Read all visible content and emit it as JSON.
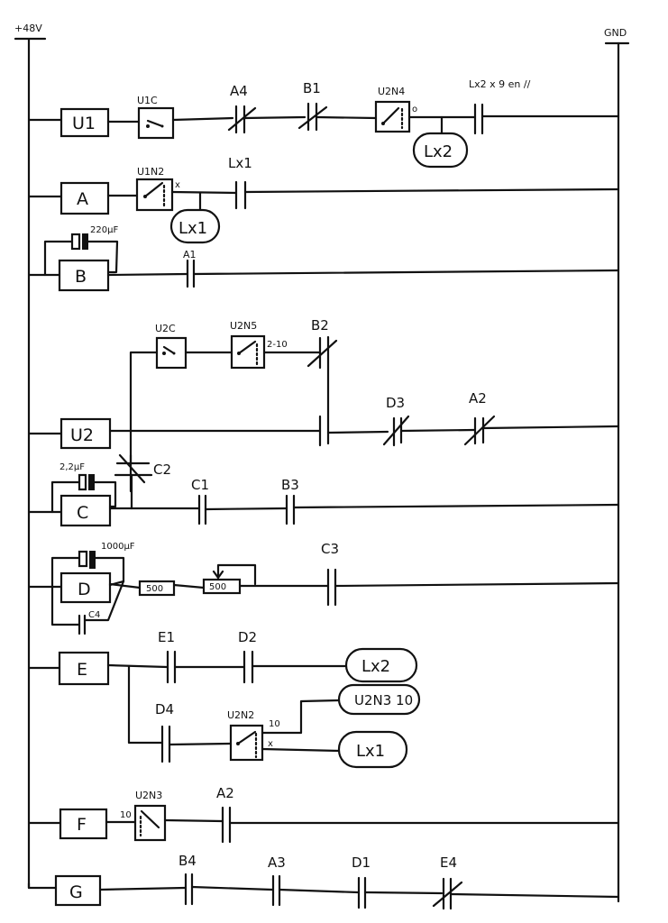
{
  "rails": {
    "left_label": "+48V",
    "right_label": "GND"
  },
  "rungs": [
    {
      "id": "rung-1",
      "coil": "U1",
      "elements": [
        {
          "type": "timer-contact",
          "label": "U1C"
        },
        {
          "type": "nc-contact",
          "label": "A4"
        },
        {
          "type": "nc-contact",
          "label": "B1"
        },
        {
          "type": "timer-changeover",
          "label": "U2N4",
          "terminal": "o"
        },
        {
          "type": "lamp",
          "label": "Lx2"
        },
        {
          "type": "no-contact",
          "label": "Lx2 x 9 en //"
        }
      ]
    },
    {
      "id": "rung-2",
      "coil": "A",
      "elements": [
        {
          "type": "timer-changeover",
          "label": "U1N2",
          "terminal": "x"
        },
        {
          "type": "lamp",
          "label": "Lx1"
        },
        {
          "type": "no-contact",
          "label": "Lx1"
        }
      ]
    },
    {
      "id": "rung-3",
      "coil": "B",
      "elements": [
        {
          "type": "capacitor",
          "label": "220µF"
        },
        {
          "type": "no-contact",
          "label": "A1"
        }
      ]
    },
    {
      "id": "rung-4",
      "coil": "U2",
      "elements": [
        {
          "type": "timer-contact",
          "label": "U2C"
        },
        {
          "type": "timer-changeover",
          "label": "U2N5",
          "terminal": "2-10"
        },
        {
          "type": "nc-contact",
          "label": "B2"
        },
        {
          "type": "no-contact",
          "label": ""
        },
        {
          "type": "nc-contact",
          "label": "D3"
        },
        {
          "type": "nc-contact",
          "label": "A2"
        }
      ]
    },
    {
      "id": "rung-5",
      "coil": "C",
      "elements": [
        {
          "type": "capacitor",
          "label": "2,2µF"
        },
        {
          "type": "nc-contact",
          "label": "C2"
        },
        {
          "type": "no-contact",
          "label": "C1"
        },
        {
          "type": "no-contact",
          "label": "B3"
        }
      ]
    },
    {
      "id": "rung-6",
      "coil": "D",
      "elements": [
        {
          "type": "capacitor",
          "label": "1000µF"
        },
        {
          "type": "no-contact",
          "label": "C4"
        },
        {
          "type": "resistor",
          "label": "500"
        },
        {
          "type": "potentiometer",
          "label": "500"
        },
        {
          "type": "no-contact",
          "label": "C3"
        }
      ]
    },
    {
      "id": "rung-7",
      "coil": "E",
      "elements": [
        {
          "type": "no-contact",
          "label": "E1"
        },
        {
          "type": "no-contact",
          "label": "D2"
        },
        {
          "type": "lamp",
          "label": "Lx2"
        },
        {
          "type": "no-contact",
          "label": "D4"
        },
        {
          "type": "timer-changeover",
          "label": "U2N2",
          "terminal_top": "10",
          "terminal_bottom": "x"
        },
        {
          "type": "lamp",
          "label": "U2N3 10"
        },
        {
          "type": "lamp",
          "label": "Lx1"
        }
      ]
    },
    {
      "id": "rung-8",
      "coil": "F",
      "elements": [
        {
          "type": "timer-contact",
          "label": "U2N3",
          "terminal": "10"
        },
        {
          "type": "no-contact",
          "label": "A2"
        }
      ]
    },
    {
      "id": "rung-9",
      "coil": "G",
      "elements": [
        {
          "type": "no-contact",
          "label": "B4"
        },
        {
          "type": "no-contact",
          "label": "A3"
        },
        {
          "type": "no-contact",
          "label": "D1"
        },
        {
          "type": "nc-contact",
          "label": "E4"
        }
      ]
    }
  ]
}
